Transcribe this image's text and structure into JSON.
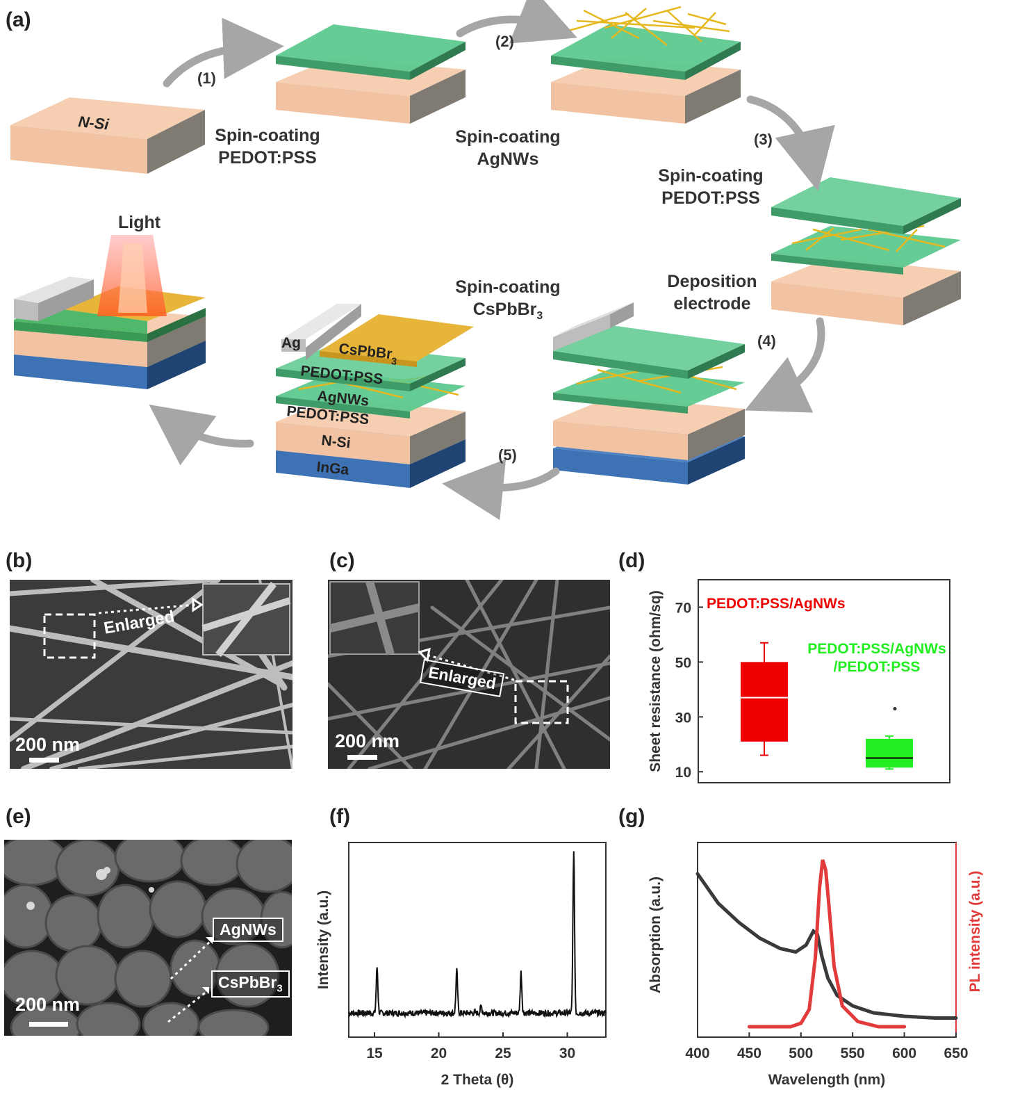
{
  "panel_a": {
    "label": "(a)",
    "steps": [
      "(1)",
      "(2)",
      "(3)",
      "(4)",
      "(5)"
    ],
    "captions": {
      "s1a": "Spin-coating",
      "s1b": "PEDOT:PSS",
      "s2a": "Spin-coating",
      "s2b": "AgNWs",
      "s3a": "Spin-coating",
      "s3b": "PEDOT:PSS",
      "s4a": "Deposition",
      "s4b": "electrode",
      "s5a": "Spin-coating",
      "s5b": "CsPbBr"
    },
    "layer_labels": {
      "nsi_top": "N-Si",
      "ag": "Ag",
      "cspbbr": "CsPbBr",
      "pedot1": "PEDOT:PSS",
      "agnws": "AgNWs",
      "pedot2": "PEDOT:PSS",
      "nsi": "N-Si",
      "inga": "InGa",
      "light": "Light"
    }
  },
  "panel_b": {
    "label": "(b)",
    "scale": "200 nm",
    "enlarged": "Enlarged"
  },
  "panel_c": {
    "label": "(c)",
    "scale": "200 nm",
    "enlarged": "Enlarged"
  },
  "panel_e": {
    "label": "(e)",
    "scale": "200 nm",
    "tag1": "AgNWs",
    "tag2": "CsPbBr"
  },
  "colors": {
    "pedot": "#5cc98e",
    "si": "#f2c3a2",
    "inga": "#3d72b4",
    "ag": "#d9d9d9",
    "cspbbr": "#e8b53b",
    "wire": "#e6b820",
    "arrow": "#a6a6a6"
  },
  "chart_data": [
    {
      "label": "(d)",
      "type": "box",
      "ylabel": "Sheet resistance (ohm/sq)",
      "ylim": [
        6,
        80
      ],
      "yticks": [
        10,
        30,
        50,
        70
      ],
      "series": [
        {
          "name": "PEDOT:PSS/AgNWs",
          "color": "#ee0000",
          "min": 16,
          "q1": 21,
          "median": 37,
          "q3": 50,
          "max": 57
        },
        {
          "name": "PEDOT:PSS/AgNWs /PEDOT:PSS",
          "color": "#22ee22",
          "min": 11,
          "q1": 11.5,
          "median": 15,
          "q3": 22,
          "max": 23,
          "outliers": [
            33
          ]
        }
      ]
    },
    {
      "label": "(f)",
      "type": "line",
      "xlabel": "2 Theta (θ)",
      "ylabel": "Intensity (a.u.)",
      "xlim": [
        13,
        33
      ],
      "xticks": [
        15,
        20,
        25,
        30
      ],
      "baseline": 0.06,
      "peaks": [
        {
          "x": 15.2,
          "y": 0.33
        },
        {
          "x": 21.4,
          "y": 0.31
        },
        {
          "x": 23.3,
          "y": 0.1
        },
        {
          "x": 26.4,
          "y": 0.3
        },
        {
          "x": 30.5,
          "y": 1.0
        }
      ]
    },
    {
      "label": "(g)",
      "type": "line",
      "xlabel": "Wavelength (nm)",
      "ylabel": "Absorption (a.u.)",
      "y2label": "PL intensity (a.u.)",
      "xlim": [
        400,
        650
      ],
      "xticks": [
        400,
        450,
        500,
        550,
        600,
        650
      ],
      "series": [
        {
          "name": "Absorption",
          "color": "#3a3a3a",
          "x": [
            400,
            420,
            440,
            460,
            480,
            495,
            505,
            512,
            516,
            520,
            526,
            535,
            550,
            570,
            600,
            630,
            650
          ],
          "y": [
            0.88,
            0.71,
            0.6,
            0.51,
            0.45,
            0.43,
            0.47,
            0.55,
            0.53,
            0.41,
            0.28,
            0.18,
            0.12,
            0.08,
            0.06,
            0.05,
            0.05
          ]
        },
        {
          "name": "PL intensity",
          "color": "#e23b3b",
          "x": [
            450,
            490,
            500,
            508,
            514,
            518,
            521,
            524,
            527,
            532,
            540,
            555,
            575,
            600
          ],
          "y": [
            0.0,
            0.0,
            0.02,
            0.1,
            0.4,
            0.8,
            0.96,
            0.9,
            0.7,
            0.35,
            0.12,
            0.03,
            0.0,
            0.0
          ]
        }
      ]
    }
  ]
}
